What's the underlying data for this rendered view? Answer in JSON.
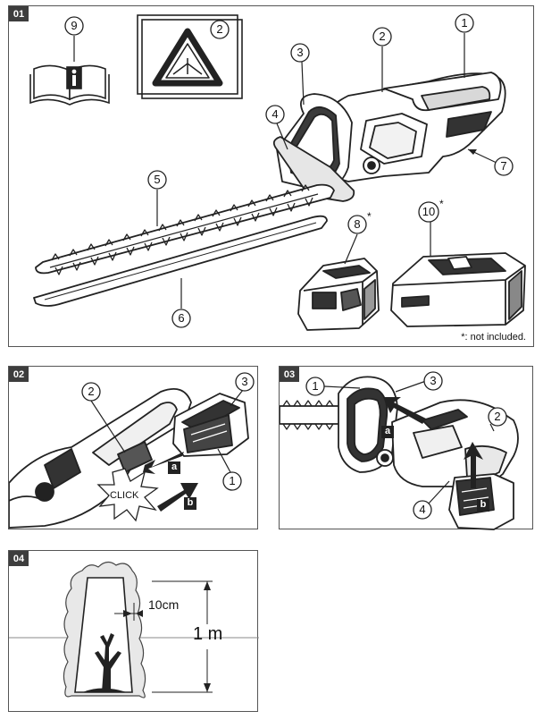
{
  "panels": {
    "p1": {
      "tag": "01",
      "footnote": "*: not included.",
      "callouts": [
        "1",
        "2",
        "2",
        "3",
        "4",
        "5",
        "6",
        "7",
        "8",
        "9",
        "10"
      ],
      "star": "*"
    },
    "p2": {
      "tag": "02",
      "callouts": [
        "1",
        "2",
        "3"
      ],
      "click": "CLICK",
      "steps": [
        "a",
        "b"
      ]
    },
    "p3": {
      "tag": "03",
      "callouts": [
        "1",
        "2",
        "3",
        "4"
      ],
      "steps": [
        "a",
        "b"
      ]
    },
    "p4": {
      "tag": "04",
      "measure_width": "10cm",
      "measure_height": "1 m"
    }
  }
}
